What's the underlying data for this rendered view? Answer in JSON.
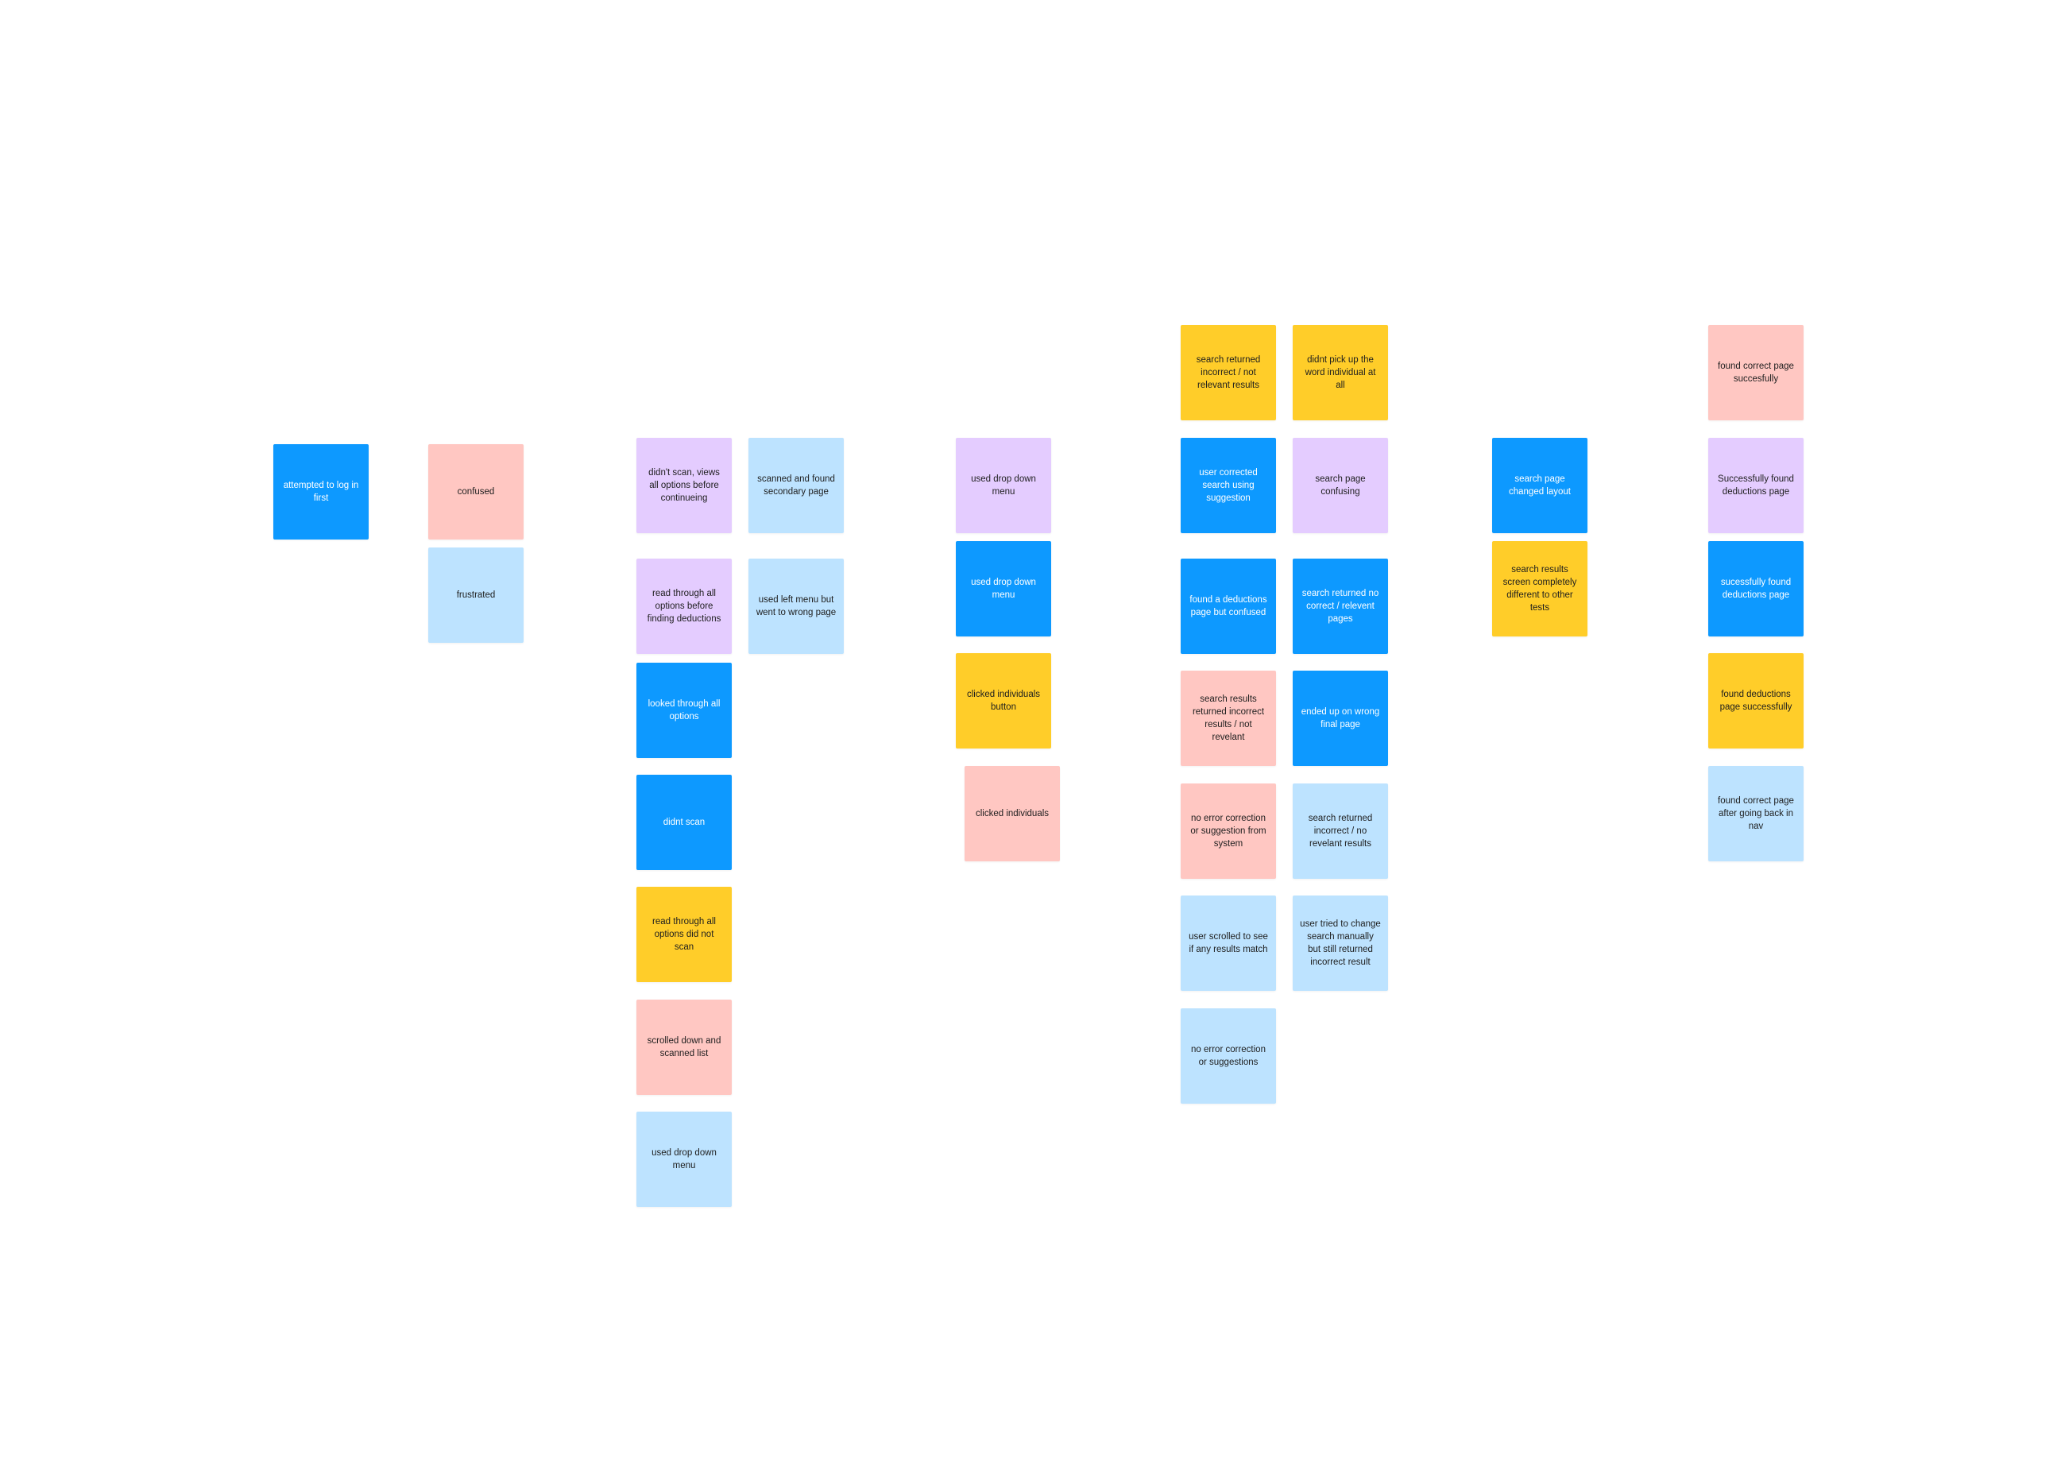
{
  "notes": [
    {
      "id": "n01",
      "text": "attempted to log in first",
      "color": "blue"
    },
    {
      "id": "n02",
      "text": "confused",
      "color": "pink"
    },
    {
      "id": "n03",
      "text": "frustrated",
      "color": "light-blue"
    },
    {
      "id": "n04",
      "text": "didn't scan, views all options before continueing",
      "color": "lavender"
    },
    {
      "id": "n05",
      "text": "scanned and found secondary page",
      "color": "light-blue"
    },
    {
      "id": "n06",
      "text": "read through all options before finding deductions",
      "color": "lavender"
    },
    {
      "id": "n07",
      "text": "used left menu but went to wrong page",
      "color": "light-blue"
    },
    {
      "id": "n08",
      "text": "looked through all options",
      "color": "blue"
    },
    {
      "id": "n09",
      "text": "didnt scan",
      "color": "blue"
    },
    {
      "id": "n10",
      "text": "read through all options did not scan",
      "color": "yellow"
    },
    {
      "id": "n11",
      "text": "scrolled down and scanned list",
      "color": "pink"
    },
    {
      "id": "n12",
      "text": "used drop down menu",
      "color": "light-blue"
    },
    {
      "id": "n13",
      "text": "used drop down menu",
      "color": "lavender"
    },
    {
      "id": "n14",
      "text": "used drop down menu",
      "color": "blue"
    },
    {
      "id": "n15",
      "text": "clicked individuals button",
      "color": "yellow"
    },
    {
      "id": "n16",
      "text": "clicked individuals",
      "color": "pink"
    },
    {
      "id": "n17",
      "text": "search returned incorrect / not relevant results",
      "color": "yellow"
    },
    {
      "id": "n18",
      "text": "didnt pick up the word individual at all",
      "color": "yellow"
    },
    {
      "id": "n19",
      "text": "user corrected search using suggestion",
      "color": "blue"
    },
    {
      "id": "n20",
      "text": "search page confusing",
      "color": "lavender"
    },
    {
      "id": "n21",
      "text": "found a deductions page but confused",
      "color": "blue"
    },
    {
      "id": "n22",
      "text": "search returned no correct / relevent pages",
      "color": "blue"
    },
    {
      "id": "n23",
      "text": "search results returned incorrect results / not revelant",
      "color": "pink"
    },
    {
      "id": "n24",
      "text": "ended up on wrong final page",
      "color": "blue"
    },
    {
      "id": "n25",
      "text": "no error correction or suggestion from system",
      "color": "pink"
    },
    {
      "id": "n26",
      "text": "search returned incorrect / no revelant results",
      "color": "light-blue"
    },
    {
      "id": "n27",
      "text": "user scrolled to see if any results match",
      "color": "light-blue"
    },
    {
      "id": "n28",
      "text": "user tried to change search manually but still returned incorrect result",
      "color": "light-blue"
    },
    {
      "id": "n29",
      "text": "no error correction or suggestions",
      "color": "light-blue"
    },
    {
      "id": "n30",
      "text": "search page changed layout",
      "color": "blue"
    },
    {
      "id": "n31",
      "text": "search results screen completely different to other tests",
      "color": "yellow"
    },
    {
      "id": "n32",
      "text": "found correct page succesfully",
      "color": "pink"
    },
    {
      "id": "n33",
      "text": "Successfully found deductions page",
      "color": "lavender"
    },
    {
      "id": "n34",
      "text": "sucessfully found deductions page",
      "color": "blue"
    },
    {
      "id": "n35",
      "text": "found deductions page successfully",
      "color": "yellow"
    },
    {
      "id": "n36",
      "text": "found correct page after going back in nav",
      "color": "light-blue"
    }
  ]
}
